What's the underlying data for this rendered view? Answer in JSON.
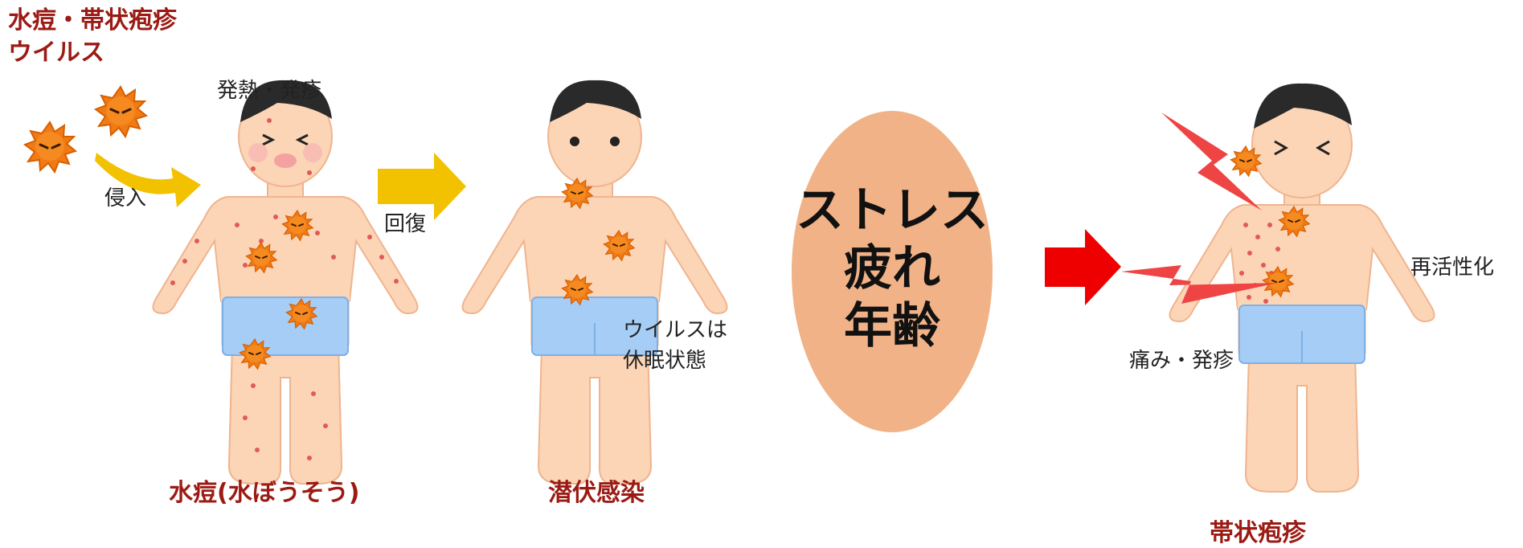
{
  "labels": {
    "virus_title_line1": "水痘・帯状疱疹",
    "virus_title_line2": "ウイルス",
    "fever_rash": "発熱・発疹",
    "invasion": "侵入",
    "recovery": "回復",
    "dormant_line1": "ウイルスは",
    "dormant_line2": "休眠状態",
    "reactivation": "再活性化",
    "pain_rash": "痛み・発疹"
  },
  "center": {
    "line1": "ストレス",
    "line2": "疲れ",
    "line3": "年齢"
  },
  "stages": {
    "stage1": "水痘(水ぼうそう)",
    "stage2": "潜伏感染",
    "stage3": "帯状疱疹"
  },
  "colors": {
    "skin": "#fcd5b6",
    "skin_stroke": "#efb48f",
    "hair": "#2a2a2a",
    "shorts": "#a6cdf5",
    "shorts_stroke": "#7fb0e6",
    "virus": "#f07a14",
    "virus_dark": "#d85f00",
    "rash": "#e05a5a",
    "yellow_arrow": "#f2c200",
    "red_arrow": "#ee0000",
    "egg": "#f0b286",
    "caption_red": "#9b1b14"
  },
  "icons": [
    "virus-icon",
    "arrow-right-icon",
    "lightning-icon",
    "child-figure"
  ]
}
